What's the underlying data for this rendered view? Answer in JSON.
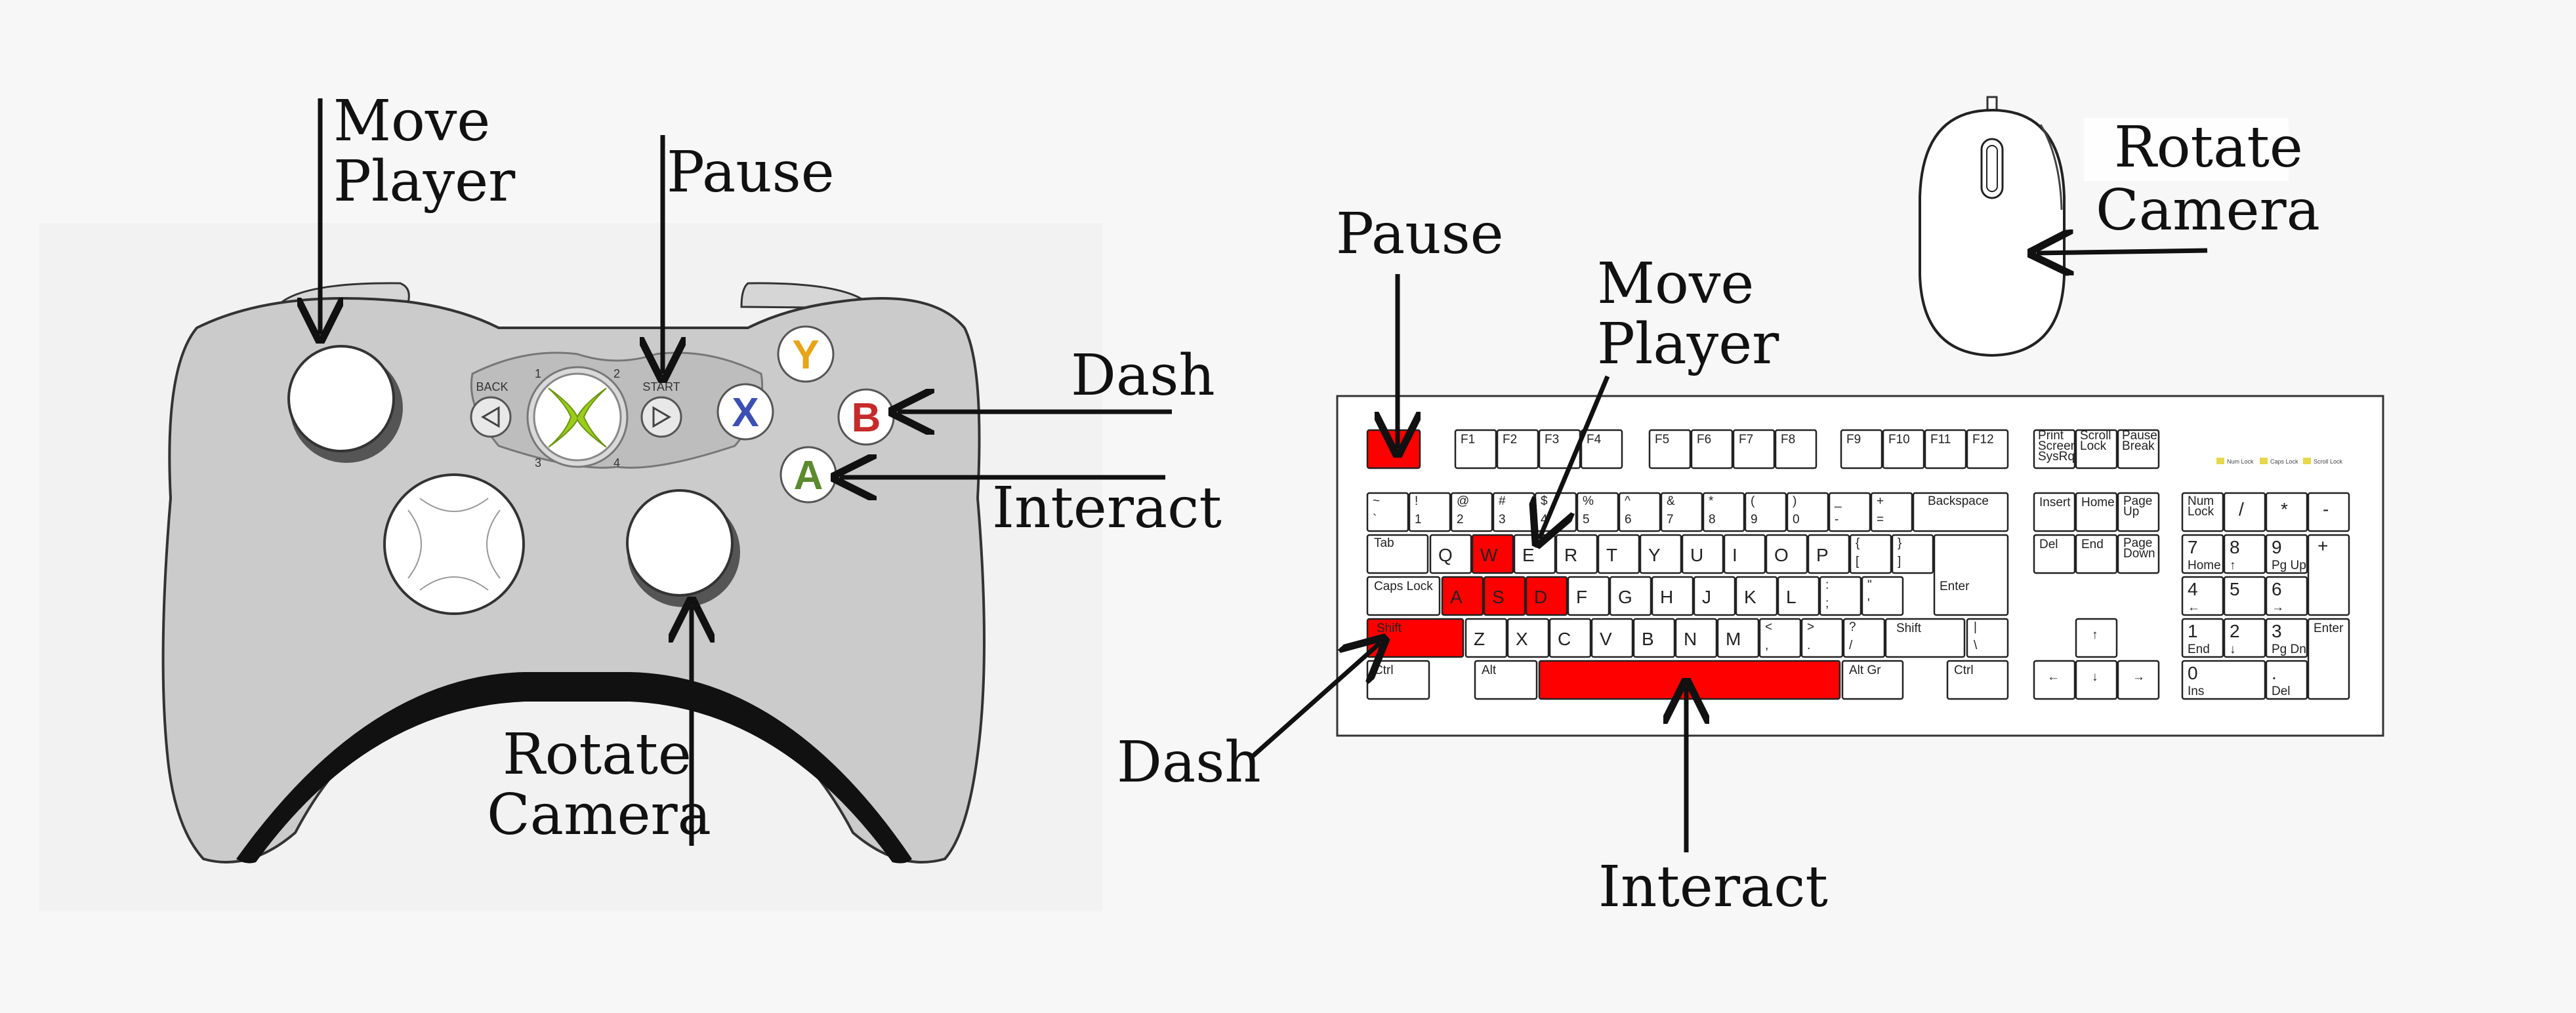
{
  "gamepad": {
    "face_buttons": {
      "y": "Y",
      "x": "X",
      "b": "B",
      "a": "A"
    },
    "back_label": "BACK",
    "start_label": "START",
    "player_numbers": [
      "1",
      "2",
      "3",
      "4"
    ],
    "colors": {
      "y": "#e8a317",
      "x": "#3b4fb5",
      "b": "#c62a2a",
      "a": "#5c8a2e",
      "xbox_logo": "#9acd1a",
      "body": "#cbcbcb"
    }
  },
  "gamepad_labels": {
    "move_player": [
      "Move",
      "Player"
    ],
    "pause": "Pause",
    "dash": "Dash",
    "interact": "Interact",
    "rotate_camera": [
      "Rotate",
      "Camera"
    ]
  },
  "keyboard_labels": {
    "pause": "Pause",
    "move_player": [
      "Move",
      "Player"
    ],
    "dash": "Dash",
    "interact": "Interact",
    "rotate_camera": [
      "Rotate",
      "Camera"
    ]
  },
  "keyboard": {
    "highlight_color": "#ff0000",
    "leds": [
      "Num Lock",
      "Caps Lock",
      "Scroll Lock"
    ],
    "fn_row": [
      "F1",
      "F2",
      "F3",
      "F4",
      "F5",
      "F6",
      "F7",
      "F8",
      "F9",
      "F10",
      "F11",
      "F12"
    ],
    "sys_keys": [
      [
        "Print",
        "Screen",
        "SysRq"
      ],
      [
        "Scroll",
        "Lock"
      ],
      [
        "Pause",
        "Break"
      ]
    ],
    "number_row": [
      [
        "~",
        "`"
      ],
      [
        "!",
        "1"
      ],
      [
        "@",
        "2"
      ],
      [
        "#",
        "3"
      ],
      [
        "$",
        "4"
      ],
      [
        "%",
        "5"
      ],
      [
        "^",
        "6"
      ],
      [
        "&",
        "7"
      ],
      [
        "*",
        "8"
      ],
      [
        "(",
        "9"
      ],
      [
        ")",
        "0"
      ],
      [
        "_",
        "-"
      ],
      [
        "+",
        "="
      ]
    ],
    "backspace": "Backspace",
    "tab": "Tab",
    "row_q": [
      "Q",
      "W",
      "E",
      "R",
      "T",
      "Y",
      "U",
      "I",
      "O",
      "P"
    ],
    "row_q_sym": [
      [
        "{",
        "["
      ],
      [
        "}",
        "]"
      ]
    ],
    "caps_lock": "Caps Lock",
    "row_a": [
      "A",
      "S",
      "D",
      "F",
      "G",
      "H",
      "J",
      "K",
      "L"
    ],
    "row_a_sym": [
      [
        ":",
        ";"
      ],
      [
        "\"",
        "'"
      ]
    ],
    "enter": "Enter",
    "shift": "Shift",
    "row_z": [
      "Z",
      "X",
      "C",
      "V",
      "B",
      "N",
      "M"
    ],
    "row_z_sym": [
      [
        "<",
        ","
      ],
      [
        ">",
        "."
      ],
      [
        "?",
        "/"
      ]
    ],
    "pipe": [
      "|",
      "\\"
    ],
    "ctrl": "Ctrl",
    "alt": "Alt",
    "alt_gr": "Alt Gr",
    "nav_top": [
      "Insert",
      "Home",
      [
        "Page",
        "Up"
      ]
    ],
    "nav_bottom": [
      "Del",
      "End",
      [
        "Page",
        "Down"
      ]
    ],
    "numpad": {
      "num_lock": [
        "Num",
        "Lock"
      ],
      "slash": "/",
      "star": "*",
      "minus": "-",
      "plus": "+",
      "enter": "Enter",
      "keys": [
        [
          "7",
          "Home"
        ],
        [
          "8",
          "↑"
        ],
        [
          "9",
          "Pg Up"
        ],
        [
          "4",
          "←"
        ],
        [
          "5",
          ""
        ],
        [
          "6",
          "→"
        ],
        [
          "1",
          "End"
        ],
        [
          "2",
          "↓"
        ],
        [
          "3",
          "Pg Dn"
        ],
        [
          "0",
          "Ins"
        ],
        [
          ".",
          "Del"
        ]
      ]
    },
    "arrow_glyphs": [
      "↑",
      "←",
      "↓",
      "→"
    ]
  }
}
